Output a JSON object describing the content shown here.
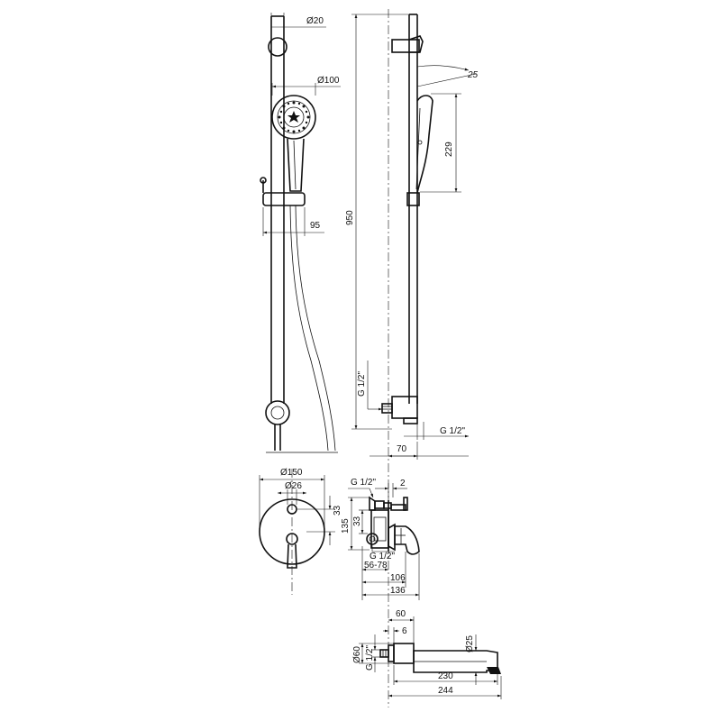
{
  "dimensions": {
    "bar_diameter": "Ø20",
    "head_diameter": "Ø100",
    "holder_offset": "95",
    "head_angle": "25",
    "head_length": "229",
    "rail_length": "950",
    "outlet_thread_left": "G 1/2\"",
    "outlet_thread_right": "G 1/2\"",
    "outlet_offset": "70",
    "plate_diameter": "Ø150",
    "knob_diameter": "Ø26",
    "plate_offset_small": "33",
    "mixer_inlet_thread": "G 1/2\"",
    "mixer_gap": "2",
    "mixer_height": "135",
    "mixer_offset": "33",
    "mixer_outlet_thread": "G 1/2\"",
    "mixer_depth_range": "56-78",
    "mixer_depth_106": "106",
    "mixer_depth_136": "136",
    "spout_width_60": "60",
    "spout_wall_6": "6",
    "spout_body_diameter": "Ø60",
    "spout_thread": "G 1/2\"",
    "spout_tube_diameter": "Ø25",
    "spout_length_230": "230",
    "spout_length_244": "244"
  }
}
